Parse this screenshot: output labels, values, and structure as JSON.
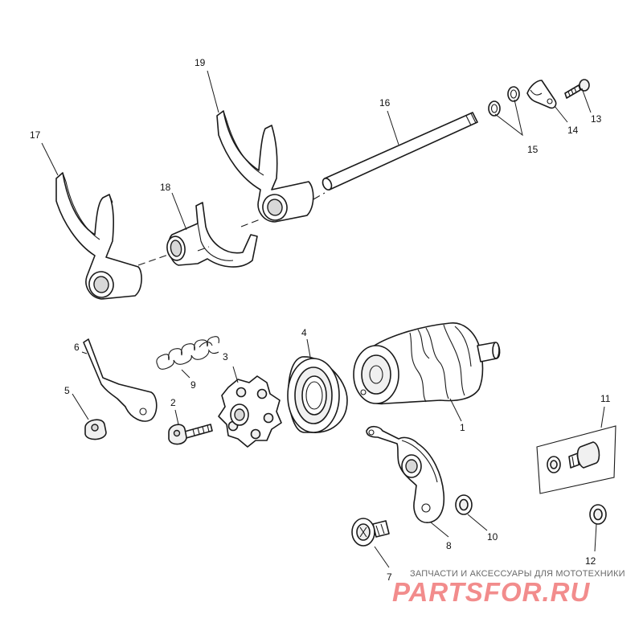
{
  "diagram": {
    "callouts": [
      {
        "id": "c1",
        "text": "1"
      },
      {
        "id": "c2",
        "text": "2"
      },
      {
        "id": "c3",
        "text": "3"
      },
      {
        "id": "c4",
        "text": "4"
      },
      {
        "id": "c5",
        "text": "5"
      },
      {
        "id": "c6",
        "text": "6"
      },
      {
        "id": "c7",
        "text": "7"
      },
      {
        "id": "c8",
        "text": "8"
      },
      {
        "id": "c9",
        "text": "9"
      },
      {
        "id": "c10",
        "text": "10"
      },
      {
        "id": "c11",
        "text": "11"
      },
      {
        "id": "c12",
        "text": "12"
      },
      {
        "id": "c13",
        "text": "13"
      },
      {
        "id": "c14",
        "text": "14"
      },
      {
        "id": "c15",
        "text": "15"
      },
      {
        "id": "c16",
        "text": "16"
      },
      {
        "id": "c17",
        "text": "17"
      },
      {
        "id": "c18",
        "text": "18"
      },
      {
        "id": "c19",
        "text": "19"
      }
    ]
  },
  "watermark": {
    "tagline": "ЗАПЧАСТИ И АКСЕССУАРЫ ДЛЯ МОТОТЕХНИКИ",
    "brand": "PARTSFOR.RU",
    "color": "#f28c8c"
  }
}
